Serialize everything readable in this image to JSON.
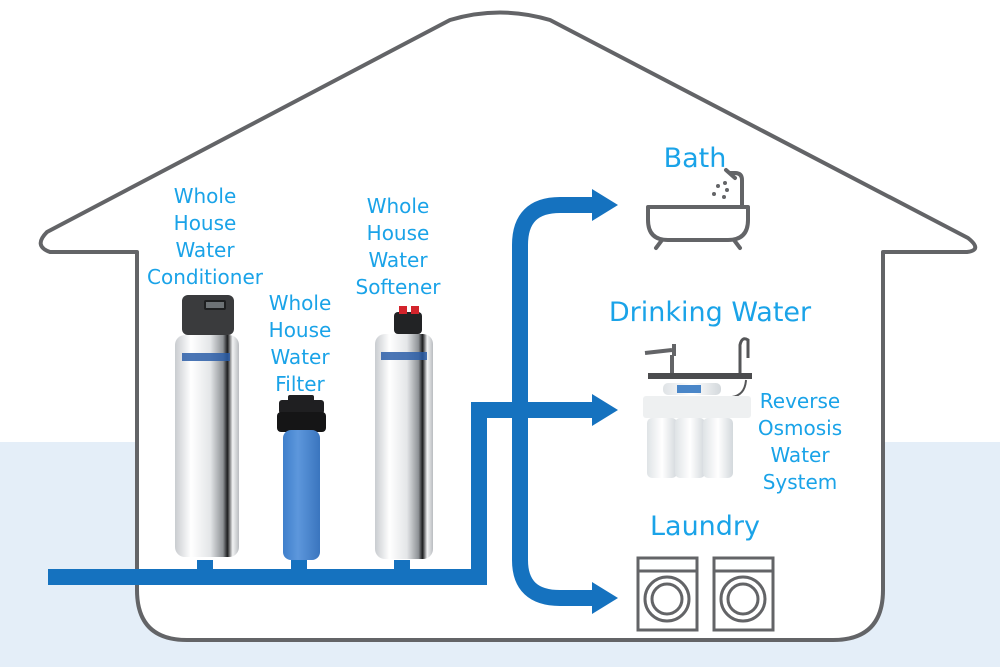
{
  "diagram": {
    "title": "Whole House Water Treatment Flow",
    "colors": {
      "label_text": "#1aa3e8",
      "pipe": "#1572bf",
      "house_outline": "#636467",
      "ground": "#e4eef8",
      "icon_stroke": "#636467",
      "filter_housing": "#4c8ad0"
    },
    "equipment": [
      {
        "id": "conditioner",
        "label_lines": [
          "Whole",
          "House",
          "Water",
          "Conditioner"
        ],
        "icon": "water-conditioner-tank-icon"
      },
      {
        "id": "filter",
        "label_lines": [
          "Whole",
          "House",
          "Water",
          "Filter"
        ],
        "icon": "water-filter-housing-icon"
      },
      {
        "id": "softener",
        "label_lines": [
          "Whole",
          "House",
          "Water",
          "Softener"
        ],
        "icon": "water-softener-tank-icon"
      }
    ],
    "destinations": [
      {
        "id": "bath",
        "label": "Bath",
        "icon": "bathtub-icon"
      },
      {
        "id": "drinking",
        "label": "Drinking Water",
        "icon": "reverse-osmosis-system-icon",
        "sub_label_lines": [
          "Reverse",
          "Osmosis",
          "Water",
          "System"
        ]
      },
      {
        "id": "laundry",
        "label": "Laundry",
        "icon": "washing-machine-icon"
      }
    ],
    "flow": {
      "source": "main-water-line",
      "through": [
        "conditioner",
        "filter",
        "softener"
      ],
      "to": [
        "bath",
        "drinking",
        "laundry"
      ]
    }
  }
}
